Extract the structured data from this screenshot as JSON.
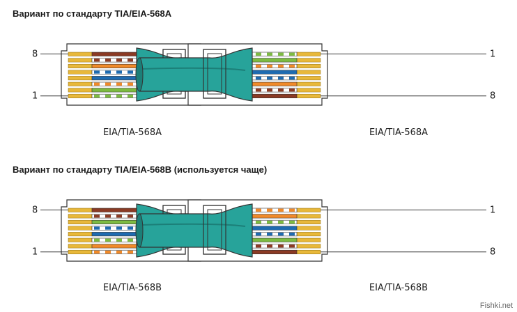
{
  "section_a": {
    "heading": "Вариант по стандарту TIA/EIA-568A",
    "left_caption": "EIA/TIA-568A",
    "right_caption": "EIA/TIA-568A",
    "wires_pin8_to_pin1": [
      "brown",
      "white-brown",
      "orange",
      "white-blue",
      "blue",
      "white-orange",
      "green",
      "white-green"
    ]
  },
  "section_b": {
    "heading": "Вариант по стандарту TIA/EIA-568B (используется чаще)",
    "left_caption": "EIA/TIA-568B",
    "right_caption": "EIA/TIA-568B",
    "wires_pin8_to_pin1": [
      "brown",
      "white-brown",
      "green",
      "white-blue",
      "blue",
      "white-green",
      "orange",
      "white-orange"
    ]
  },
  "pin_labels": {
    "top_left": "8",
    "bottom_left": "1",
    "top_right": "1",
    "bottom_right": "8"
  },
  "colors": {
    "cable": "#27a39a",
    "cable_dark": "#1c7f78",
    "contact_gold": "#e8b83a",
    "brown": "#8b3a24",
    "orange": "#f08a2a",
    "green": "#7dbb42",
    "blue": "#1f6bb0",
    "white": "#ffffff"
  },
  "watermark": "Fishki.net"
}
